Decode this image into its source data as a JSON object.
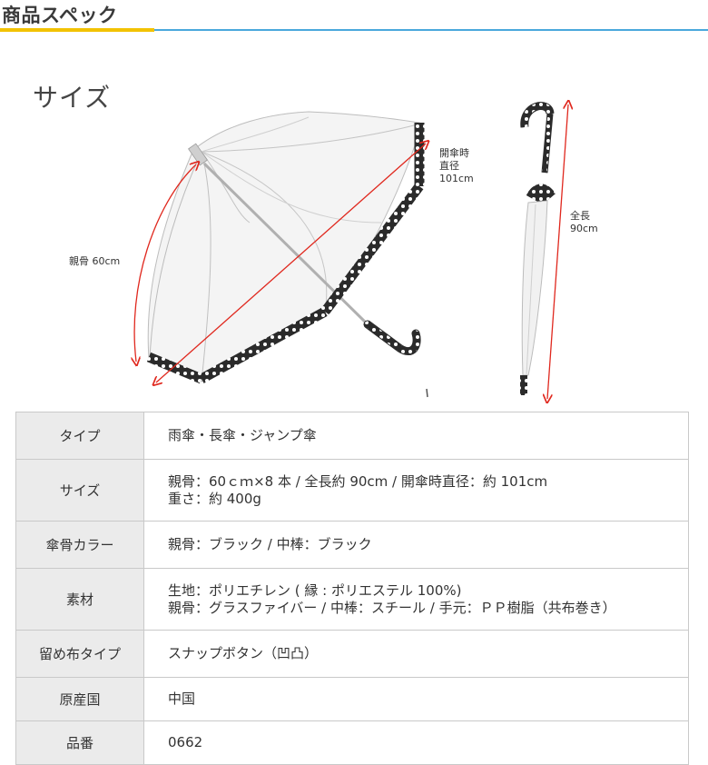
{
  "header": {
    "title": "商品スペック"
  },
  "size_section": {
    "title": "サイズ"
  },
  "diagram": {
    "rib_label": "親骨 60cm",
    "open_diameter_label": [
      "開傘時",
      "直径",
      "101cm"
    ],
    "total_length_label": [
      "全長",
      "90cm"
    ]
  },
  "colors": {
    "accent_yellow": "#f2c200",
    "accent_blue": "#4aa8dc",
    "arrow_red": "#e0281e",
    "trim_black": "#2b2b2b",
    "key_bg": "#ebebeb"
  },
  "spec_table": [
    {
      "key": "タイプ",
      "lines": [
        "雨傘・長傘・ジャンプ傘"
      ]
    },
    {
      "key": "サイズ",
      "lines": [
        "親骨：60ｃｍ×8 本 / 全長約 90cm / 開傘時直径：約 101cm",
        "重さ：約 400g"
      ]
    },
    {
      "key": "傘骨カラー",
      "lines": [
        "親骨：ブラック / 中棒：ブラック"
      ]
    },
    {
      "key": "素材",
      "lines": [
        "生地：ポリエチレン ( 縁 : ポリエステル 100%)",
        "親骨：グラスファイバー / 中棒：スチール / 手元：ＰＰ樹脂（共布巻き）"
      ]
    },
    {
      "key": "留め布タイプ",
      "lines": [
        "スナップボタン（凹凸）"
      ]
    },
    {
      "key": "原産国",
      "lines": [
        "中国"
      ]
    },
    {
      "key": "品番",
      "lines": [
        "0662"
      ]
    }
  ]
}
